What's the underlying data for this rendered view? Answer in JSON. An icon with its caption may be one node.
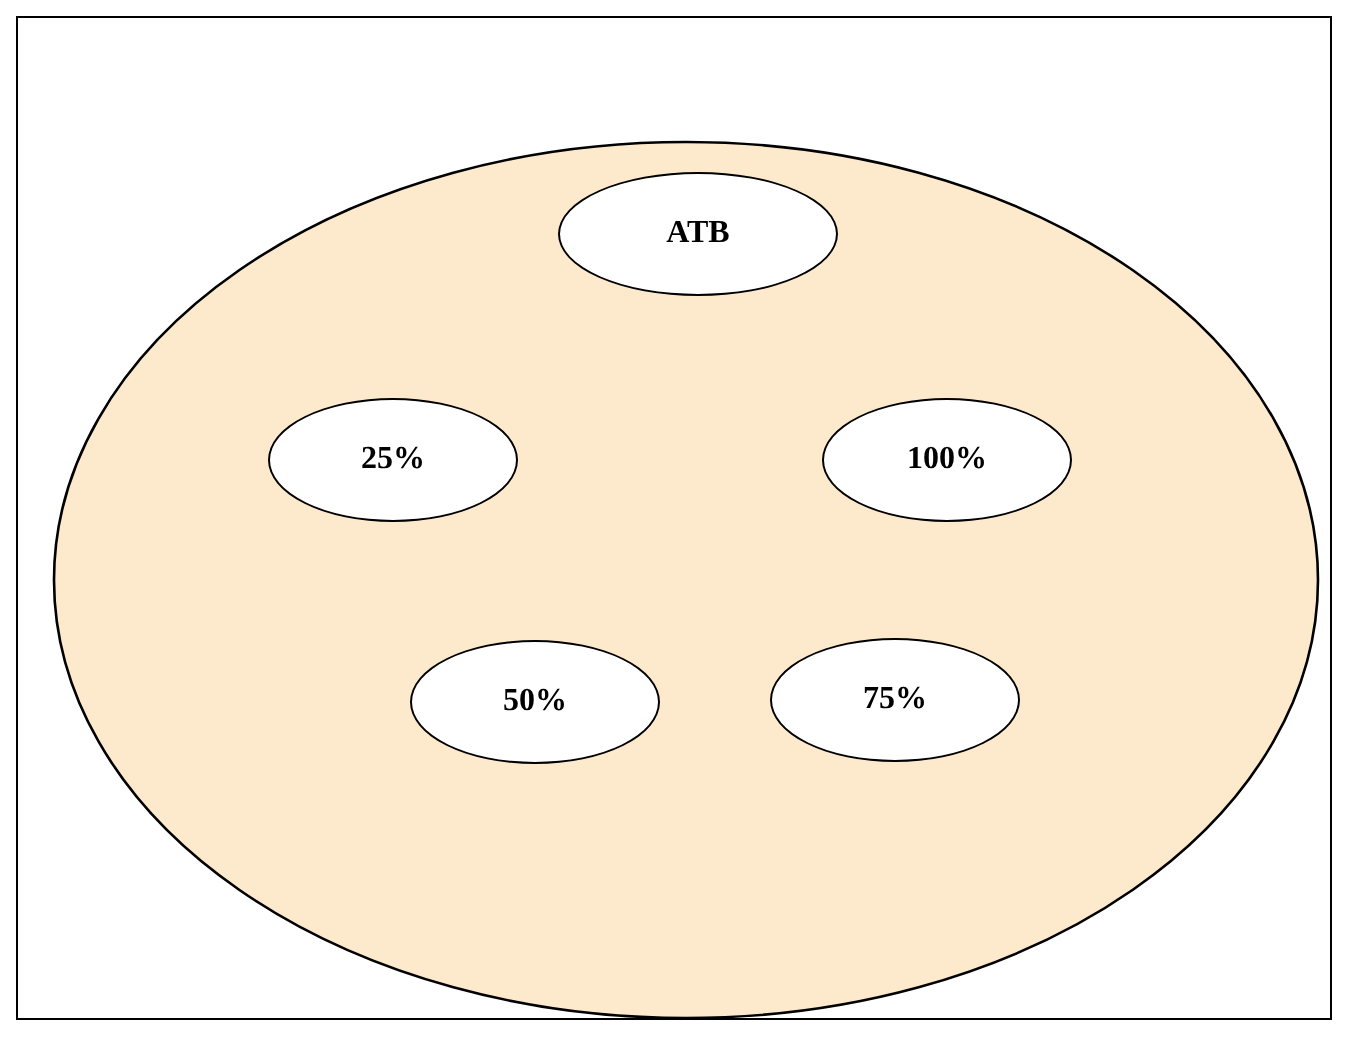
{
  "diagram": {
    "nodes": [
      {
        "text": [],
        "shape": "ellipse"
      },
      {
        "text": [
          "ATB"
        ],
        "in": 0
      },
      {
        "text": [
          "25%"
        ],
        "in": 0
      },
      {
        "text": [
          "100%"
        ],
        "in": 0
      },
      {
        "text": [
          "50%"
        ],
        "in": 0
      },
      {
        "text": [
          "75%"
        ],
        "in": 0
      }
    ],
    "edges": []
  }
}
